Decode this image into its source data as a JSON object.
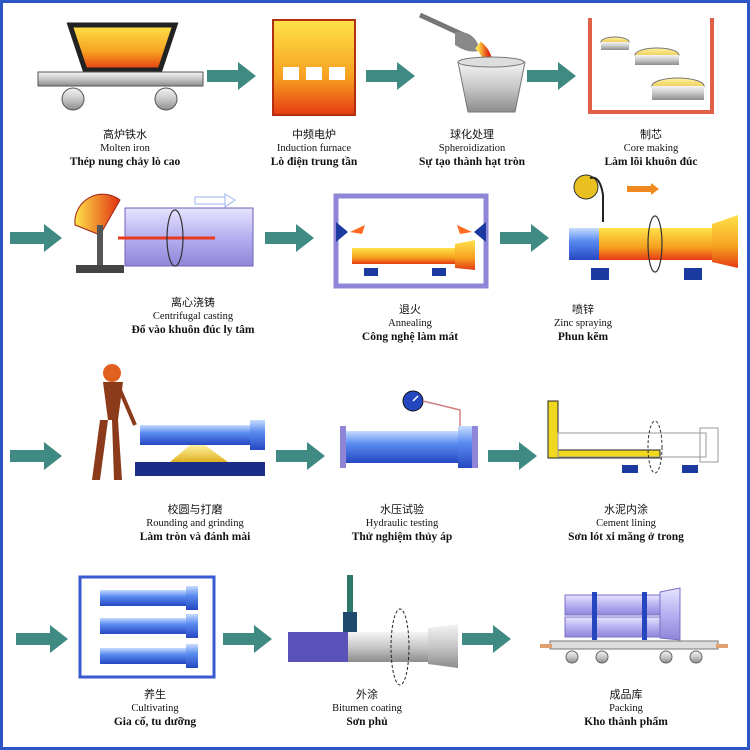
{
  "steps": [
    {
      "zh": "高炉铁水",
      "en": "Molten iron",
      "vi": "Thép nung chảy lò cao"
    },
    {
      "zh": "中频电炉",
      "en": "Induction furnace",
      "vi": "Lò điện trung tần"
    },
    {
      "zh": "球化处理",
      "en": "Spheroidization",
      "vi": "Sự tạo thành hạt tròn"
    },
    {
      "zh": "制芯",
      "en": "Core making",
      "vi": "Làm lõi khuôn đúc"
    },
    {
      "zh": "离心浇铸",
      "en": "Centrifugal casting",
      "vi": "Đổ vào khuôn đúc ly tâm"
    },
    {
      "zh": "退火",
      "en": "Annealing",
      "vi": "Công nghệ làm mát"
    },
    {
      "zh": "喷锌",
      "en": "Zinc spraying",
      "vi": "Phun kẽm"
    },
    {
      "zh": "校圆与打磨",
      "en": "Rounding and grinding",
      "vi": "Làm tròn và đánh mài"
    },
    {
      "zh": "水压试验",
      "en": "Hydraulic testing",
      "vi": "Thử nghiệm thủy áp"
    },
    {
      "zh": "水泥内涂",
      "en": "Cement lining",
      "vi": "Sơn lót xi măng ở trong"
    },
    {
      "zh": "养生",
      "en": "Cultivating",
      "vi": "Gia cố, tu dưỡng"
    },
    {
      "zh": "外涂",
      "en": "Bitumen coating",
      "vi": "Sơn phủ"
    },
    {
      "zh": "成品库",
      "en": "Packing",
      "vi": "Kho thành phẩm"
    }
  ],
  "colors": {
    "frame": "#2a56c6",
    "arrow": "#3f8a83",
    "pipe_blue": "#3f6fe0",
    "hot": "#f0a020"
  }
}
